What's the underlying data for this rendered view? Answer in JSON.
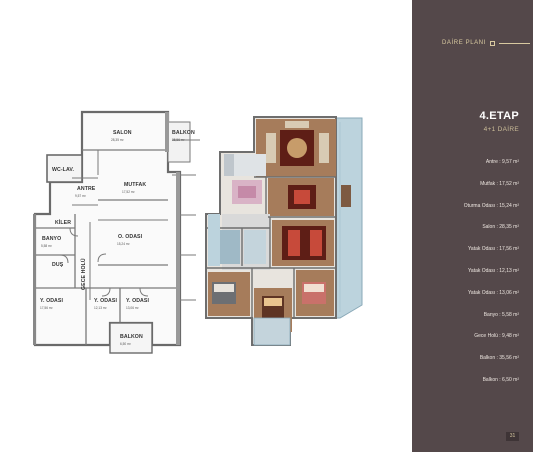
{
  "panel": {
    "section_title": "DAİRE PLANI",
    "etap": "4.ETAP",
    "daire_type": "4+1 DAİRE",
    "rooms": [
      "Antre : 9,57 m²",
      "Mutfak : 17,52 m²",
      "Oturma Odası : 15,24 m²",
      "Salon : 28,35 m²",
      "Yatak Odası : 17,56 m²",
      "Yatak Odası : 12,13 m²",
      "Yatak Odası : 13,06 m²",
      "Banyo : 5,58 m²",
      "Gece Holü : 9,48 m²",
      "Balkon : 35,56 m²",
      "Balkon : 6,50 m²"
    ],
    "page_number": "31"
  },
  "plan_labels": {
    "salon": "SALON",
    "salon_area": "28,35 m²",
    "balkon_top": "BALKON",
    "balkon_top_area": "35,56 m²",
    "wc": "WC-LAV.",
    "antre": "ANTRE",
    "antre_area": "9,57 m²",
    "mutfak": "MUTFAK",
    "mutfak_area": "17,52 m²",
    "kiler": "KİLER",
    "banyo": "BANYO",
    "banyo_area": "5,58 m²",
    "o_odasi": "O. ODASI",
    "o_odasi_area": "15,24 m²",
    "dus": "DUŞ",
    "gece_holu": "GECE HOLÜ",
    "y_odasi_1": "Y. ODASI",
    "y_odasi_1_area": "17,56 m²",
    "y_odasi_2": "Y. ODASI",
    "y_odasi_2_area": "12,13 m²",
    "y_odasi_3": "Y. ODASI",
    "y_odasi_3_area": "13,06 m²",
    "balkon_bottom": "BALKON",
    "balkon_bottom_area": "6,50 m²"
  },
  "colors": {
    "panel_bg": "#54484a",
    "accent": "#d8c9a0",
    "wall": "#6f6f6f",
    "floor_wood": "#a07a5a",
    "balcony_blue": "#bcd3dd"
  }
}
